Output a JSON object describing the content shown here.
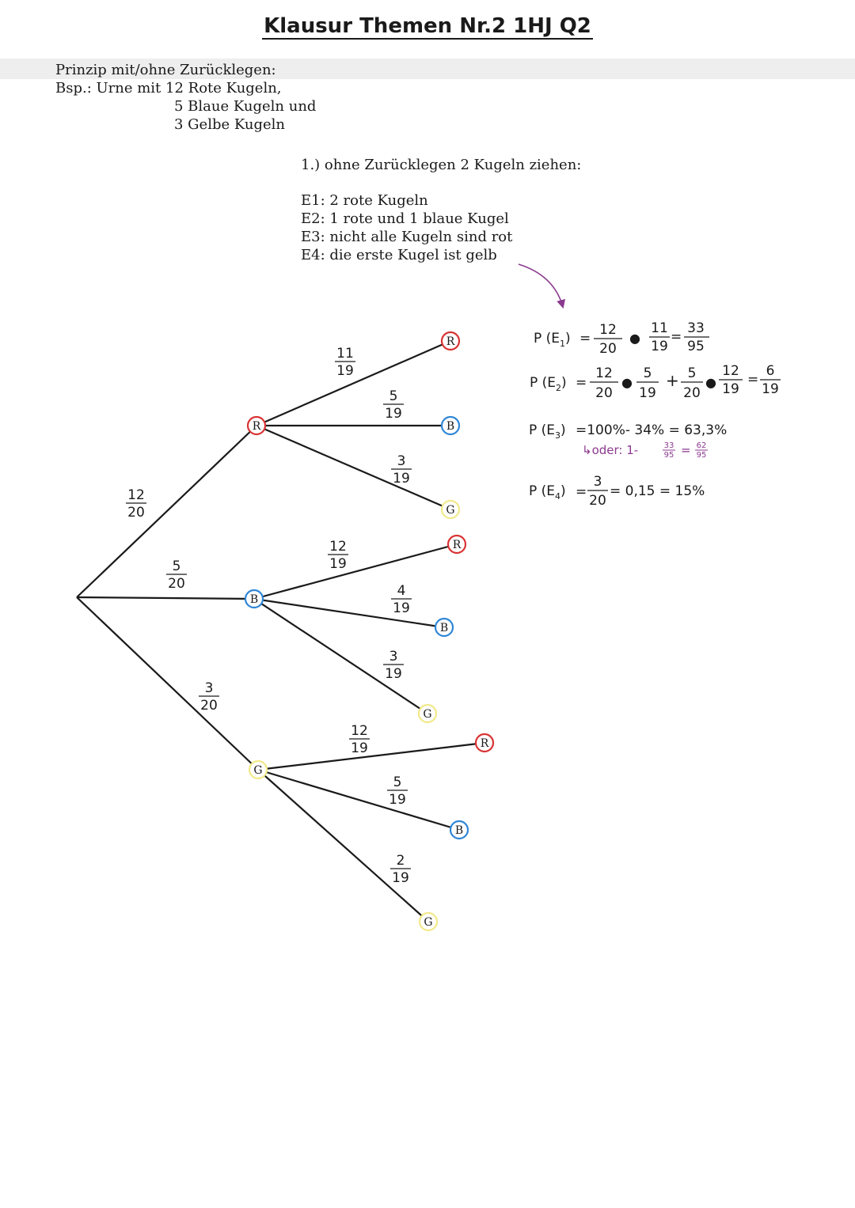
{
  "title": "Klausur Themen Nr.2 1HJ Q2",
  "intro": {
    "heading": "Prinzip mit/ohne Zurücklegen:",
    "line1": "Bsp.: Urne mit 12 Rote Kugeln,",
    "line2": "5 Blaue Kugeln und",
    "line3": "3 Gelbe Kugeln"
  },
  "task": {
    "heading": "1.) ohne Zurücklegen 2 Kugeln ziehen:",
    "events": [
      "E1: 2 rote Kugeln",
      "E2: 1 rote und 1 blaue Kugel",
      "E3: nicht alle Kugeln sind rot",
      "E4: die erste Kugel ist gelb"
    ]
  },
  "colors": {
    "red": "#d93333",
    "blue": "#2f86d6",
    "yellow": "#f2e98a",
    "arrow": "#8b3a8f",
    "ink": "#1a1a1a"
  },
  "tree": {
    "level1": [
      {
        "letter": "R",
        "num": "12",
        "den": "20"
      },
      {
        "letter": "B",
        "num": "5",
        "den": "20"
      },
      {
        "letter": "G",
        "num": "3",
        "den": "20"
      }
    ],
    "level2": [
      [
        {
          "letter": "R",
          "num": "11",
          "den": "19"
        },
        {
          "letter": "B",
          "num": "5",
          "den": "19"
        },
        {
          "letter": "G",
          "num": "3",
          "den": "19"
        }
      ],
      [
        {
          "letter": "R",
          "num": "12",
          "den": "19"
        },
        {
          "letter": "B",
          "num": "4",
          "den": "19"
        },
        {
          "letter": "G",
          "num": "3",
          "den": "19"
        }
      ],
      [
        {
          "letter": "R",
          "num": "12",
          "den": "19"
        },
        {
          "letter": "B",
          "num": "5",
          "den": "19"
        },
        {
          "letter": "G",
          "num": "2",
          "den": "19"
        }
      ]
    ]
  },
  "calc": {
    "pe1": {
      "label": "P (E",
      "sub": "1",
      "close": ")",
      "eq": "=",
      "f1n": "12",
      "f1d": "20",
      "dot": "●",
      "f2n": "11",
      "f2d": "19",
      "eq2": "=",
      "rn": "33",
      "rd": "95"
    },
    "pe2": {
      "label": "P (E",
      "sub": "2",
      "close": ")",
      "eq": "=",
      "f1n": "12",
      "f1d": "20",
      "dot1": "●",
      "f2n": "5",
      "f2d": "19",
      "plus": "+",
      "f3n": "5",
      "f3d": "20",
      "dot2": "●",
      "f4n": "12",
      "f4d": "19",
      "eq2": "=",
      "rn": "6",
      "rd": "19"
    },
    "pe3": {
      "label": "P (E",
      "sub": "3",
      "close": ")",
      "text": "=100%- 34% = 63,3%",
      "note": "↳oder: 1-",
      "nn": "33",
      "nd": "95",
      "neq": "=",
      "rn": "62",
      "rd": "95"
    },
    "pe4": {
      "label": "P (E",
      "sub": "4",
      "close": ")",
      "eq": "=",
      "fn": "3",
      "fd": "20",
      "text": "= 0,15 = 15%"
    }
  }
}
